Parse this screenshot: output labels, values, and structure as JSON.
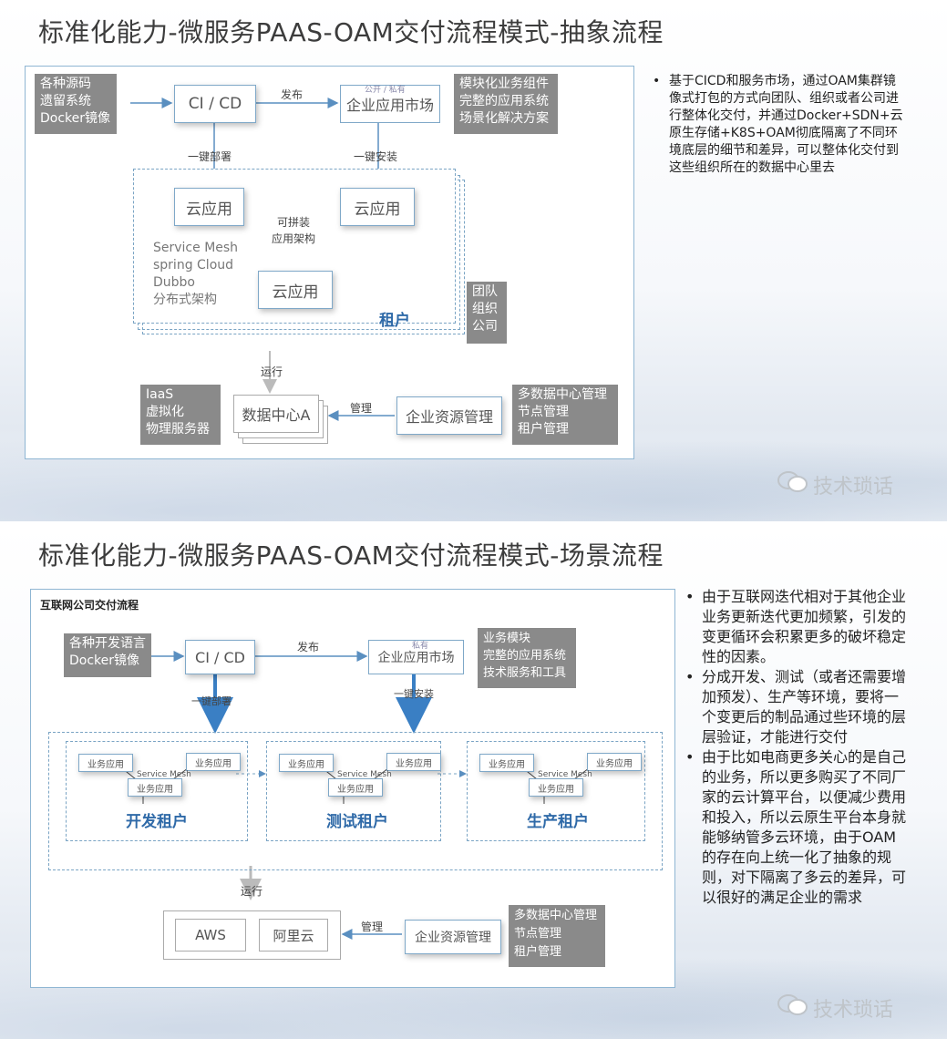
{
  "slide1": {
    "title": "标准化能力-微服务PAAS-OAM交付流程模式-抽象流程",
    "source_box": "各种源码\n遗留系统\nDocker镜像",
    "cicd": "CI / CD",
    "publish": "发布",
    "market_tag": "公开 / 私有",
    "market": "企业应用市场",
    "components_box": "模块化业务组件\n完整的应用系统\n场景化解决方案",
    "one_click_deploy": "一键部署",
    "one_click_install": "一键安装",
    "cloud_app": "云应用",
    "composable": "可拼装\n应用架构",
    "arch_text": "Service Mesh\nspring Cloud\nDubbo\n分布式架构",
    "tenant": "租户",
    "tenant_types": "团队\n组织\n公司",
    "run": "运行",
    "infra_box": "IaaS\n虚拟化\n物理服务器",
    "datacenter": "数据中心A",
    "manage": "管理",
    "erm": "企业资源管理",
    "mgmt_box": "多数据中心管理\n节点管理\n租户管理",
    "note": "基于CICD和服务市场，通过OAM集群镜像式打包的方式向团队、组织或者公司进行整体化交付，并通过Docker+SDN+云原生存储+K8S+OAM彻底隔离了不同环境底层的细节和差异，可以整体化交付到这些组织所在的数据中心里去",
    "watermark": "技术琐话"
  },
  "slide2": {
    "title": "标准化能力-微服务PAAS-OAM交付流程模式-场景流程",
    "panel_title": "互联网公司交付流程",
    "source_box": "各种开发语言\nDocker镜像",
    "cicd": "CI / CD",
    "publish": "发布",
    "market_tag": "私有",
    "market": "企业应用市场",
    "components_box": "业务模块\n完整的应用系统\n技术服务和工具",
    "one_click_deploy": "一键部署",
    "one_click_install": "一键安装",
    "biz_app": "业务应用",
    "service_mesh": "Service\nMesh",
    "tenants": [
      "开发租户",
      "测试租户",
      "生产租户"
    ],
    "run": "运行",
    "aws": "AWS",
    "aliyun": "阿里云",
    "manage": "管理",
    "erm": "企业资源管理",
    "mgmt_box": "多数据中心管理\n节点管理\n租户管理",
    "notes": [
      "由于互联网迭代相对于其他企业业务更新迭代更加频繁，引发的变更循环会积累更多的破坏稳定性的因素。",
      "分成开发、测试（或者还需要增加预发）、生产等环境，要将一个变更后的制品通过些环境的层层验证，才能进行交付",
      "由于比如电商更多关心的是自己的业务，所以更多购买了不同厂家的云计算平台，以便减少费用和投入，所以云原生平台本身就能够纳管多云环境，由于OAM的存在向上统一化了抽象的规则，对下隔离了多云的差异，可以很好的满足企业的需求"
    ],
    "watermark": "技术琐话"
  },
  "colors": {
    "line": "#5a8fc0",
    "tenant": "#2f6aa8",
    "gray_box": "#8a8a8a"
  },
  "icons": [
    "wechat-icon"
  ]
}
